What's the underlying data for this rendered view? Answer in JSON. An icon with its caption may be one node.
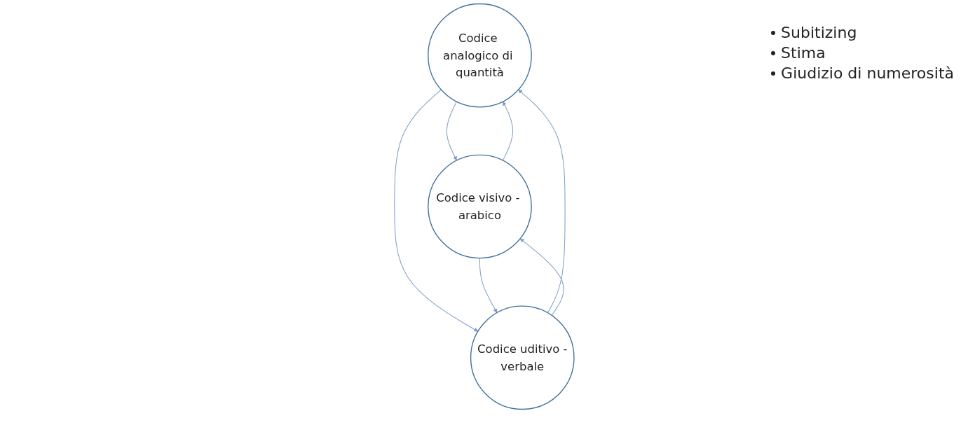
{
  "diagram": {
    "nodes": [
      {
        "text": [
          "Codice analogico di quantità"
        ],
        "beside": [
          "Subitizing",
          "Stima",
          "Giudizio di numerosità"
        ]
      },
      {
        "text": [
          "Codice visivo - arabico"
        ]
      },
      {
        "text": [
          "Codice uditivo -verbale"
        ]
      }
    ],
    "edges": [
      {
        "from": 0,
        "to": 1,
        "arrow": "to"
      },
      {
        "from": 1,
        "to": 0,
        "arrow": "to"
      },
      {
        "from": 0,
        "to": 2,
        "arrow": "to"
      },
      {
        "from": 2,
        "to": 0,
        "arrow": "to"
      },
      {
        "from": 1,
        "to": 2,
        "arrow": "to"
      },
      {
        "from": 2,
        "to": 1,
        "arrow": "to"
      }
    ]
  }
}
